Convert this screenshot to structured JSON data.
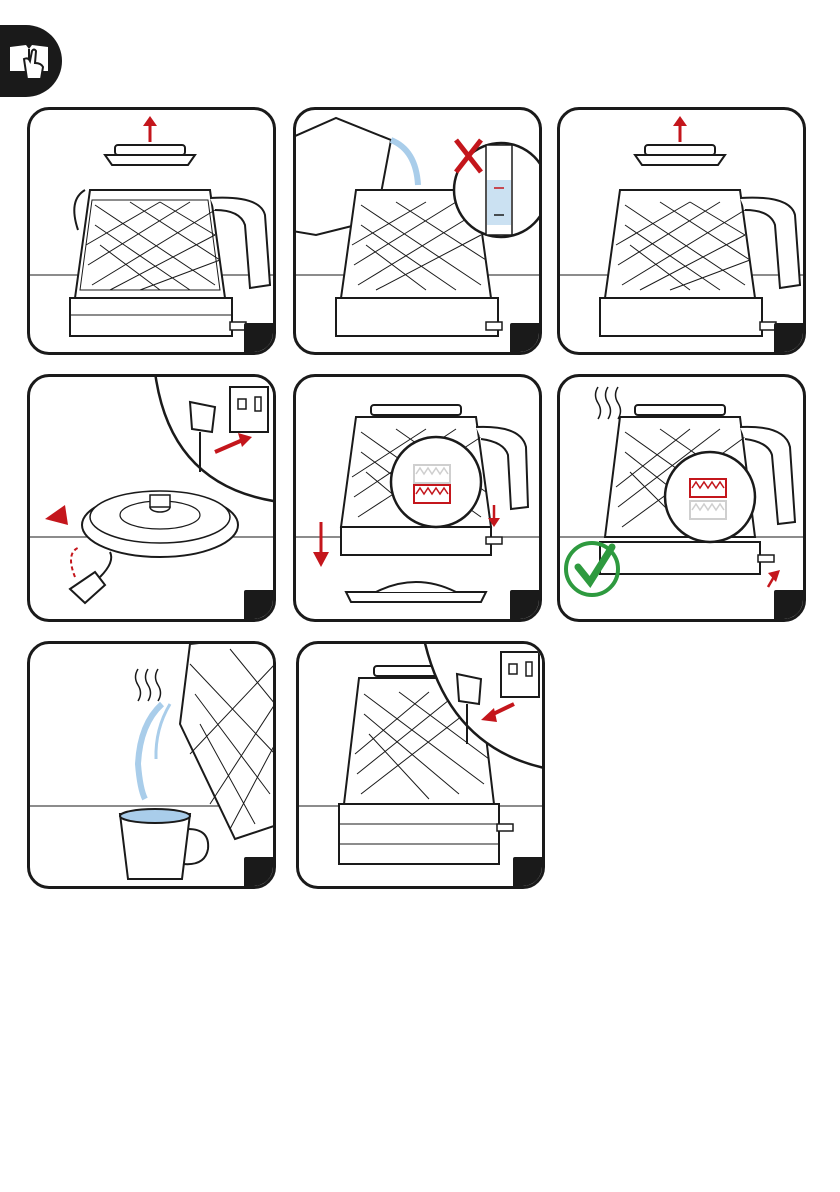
{
  "header": {
    "icon": "book-hand-icon"
  },
  "colors": {
    "ink": "#1a1a1a",
    "accent": "#c4161c",
    "water": "#a9cdea",
    "check": "#2e9a3f"
  },
  "panels": [
    {
      "step": "",
      "scene": "lift-lid"
    },
    {
      "step": "",
      "scene": "fill-do-not-overfill"
    },
    {
      "step": "",
      "scene": "lift-lid"
    },
    {
      "step": "",
      "scene": "plug-base"
    },
    {
      "step": "",
      "scene": "place-on-base"
    },
    {
      "step": "",
      "scene": "boil-switch-off"
    },
    {
      "step": "",
      "scene": "pour-mug"
    },
    {
      "step": "",
      "scene": "unplug"
    }
  ]
}
